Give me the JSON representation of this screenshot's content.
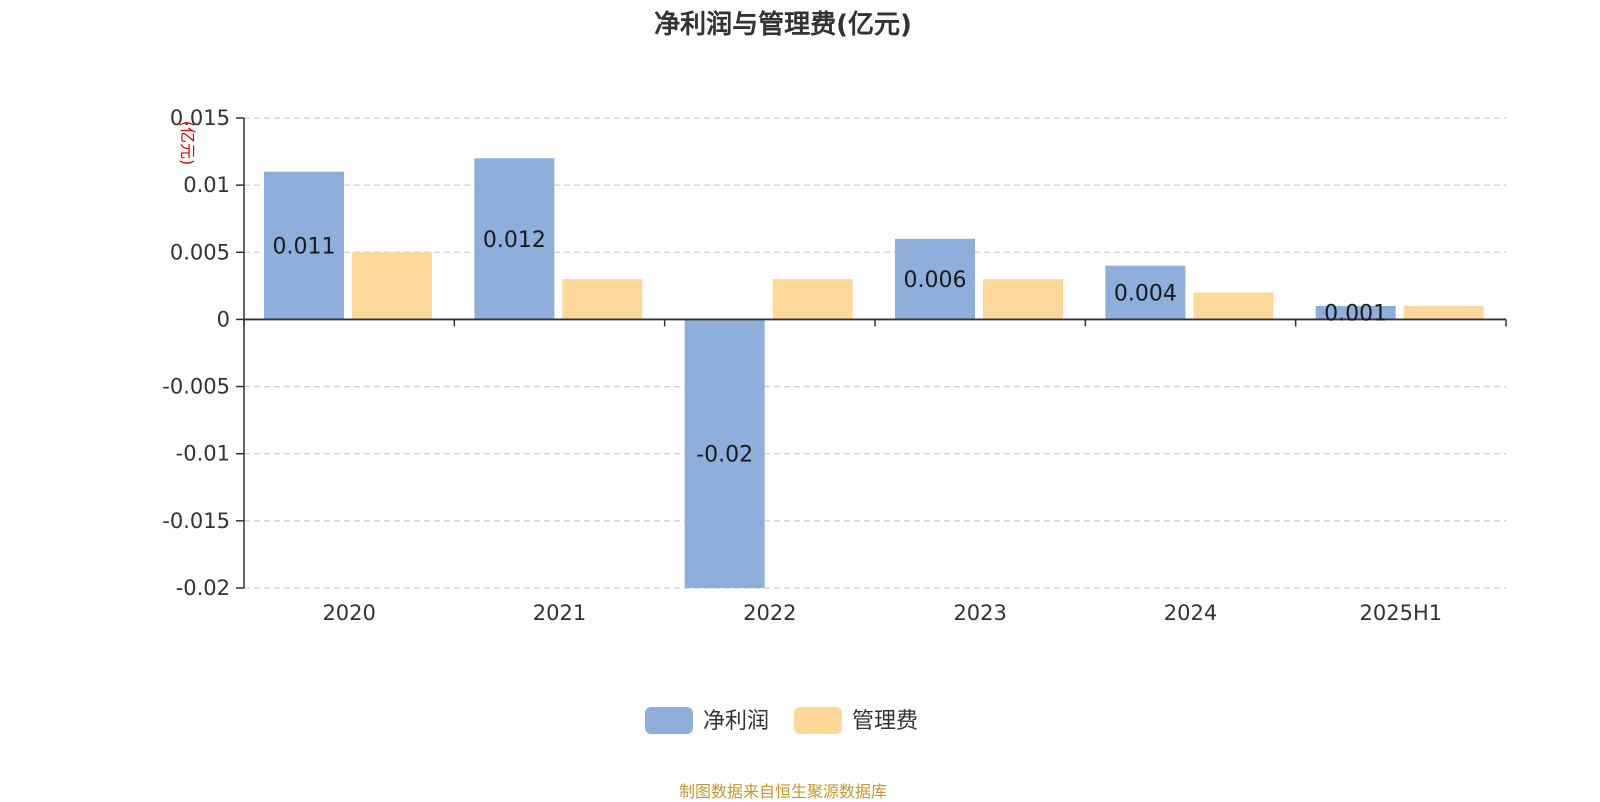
{
  "title": "净利润与管理费(亿元)",
  "source_note": "制图数据来自恒生聚源数据库",
  "chart_data": {
    "type": "bar",
    "title": "净利润与管理费(亿元)",
    "ylabel": "(亿元)",
    "xlabel": "",
    "categories": [
      "2020",
      "2021",
      "2022",
      "2023",
      "2024",
      "2025H1"
    ],
    "series": [
      {
        "name": "净利润",
        "values": [
          0.011,
          0.012,
          -0.02,
          0.006,
          0.004,
          0.001
        ],
        "data_labels": [
          "0.011",
          "0.012",
          "-0.02",
          "0.006",
          "0.004",
          "0.001"
        ],
        "color": "#8eaedb"
      },
      {
        "name": "管理费",
        "values": [
          0.005,
          0.003,
          0.003,
          0.003,
          0.002,
          0.001
        ],
        "color": "#fdd898"
      }
    ],
    "ylim": [
      -0.02,
      0.015
    ],
    "yticks": [
      "0.015",
      "0.01",
      "0.005",
      "0",
      "-0.005",
      "-0.01",
      "-0.015",
      "-0.02"
    ],
    "grid": true,
    "legend_position": "bottom"
  }
}
